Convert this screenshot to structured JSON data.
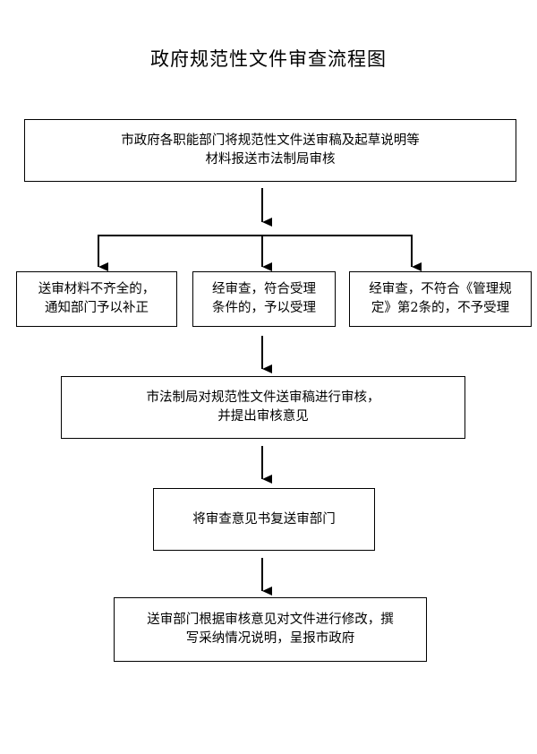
{
  "title": "政府规范性文件审查流程图",
  "nodes": {
    "submit": {
      "lines": [
        "市政府各职能部门将规范性文件送审稿及起草说明等",
        "材料报送市法制局审核"
      ]
    },
    "incomplete": {
      "lines": [
        "送审材料不齐全的，",
        "通知部门予以补正"
      ]
    },
    "accepted": {
      "lines": [
        "经审查，符合受理",
        "条件的，予以受理"
      ]
    },
    "rejected": {
      "lines": [
        "经审查，不符合《管理规",
        "定》第2条的，不予受理"
      ]
    },
    "review": {
      "lines": [
        "市法制局对规范性文件送审稿进行审核，",
        "并提出审核意见"
      ]
    },
    "reply": {
      "lines": [
        "将审查意见书复送审部门"
      ]
    },
    "revise": {
      "lines": [
        "送审部门根据审核意见对文件进行修改，撰",
        "写采纳情况说明，呈报市政府"
      ]
    }
  }
}
